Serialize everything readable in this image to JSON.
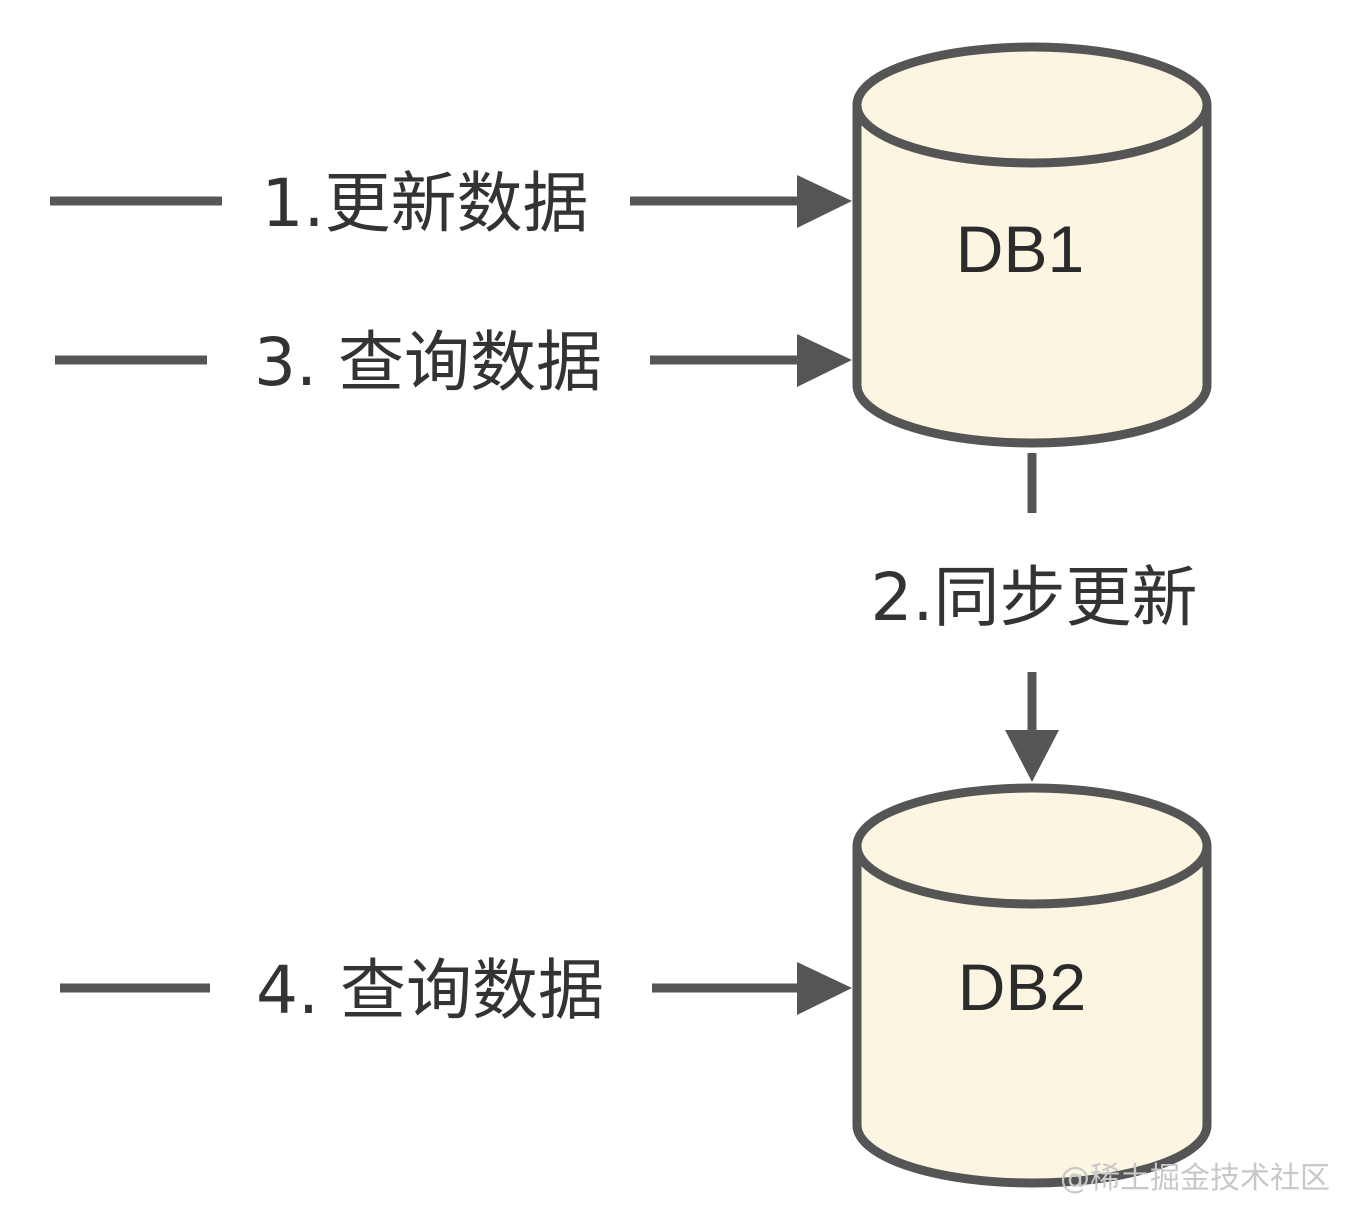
{
  "steps": {
    "step1": "1.更新数据",
    "step2": "2.同步更新",
    "step3": "3. 查询数据",
    "step4": "4. 查询数据"
  },
  "databases": {
    "db1": "DB1",
    "db2": "DB2"
  },
  "watermark": "@稀土掘金技术社区",
  "colors": {
    "line": "#555555",
    "cylinder_fill": "#fcf5e2",
    "cylinder_stroke": "#555555",
    "text": "#333333"
  }
}
